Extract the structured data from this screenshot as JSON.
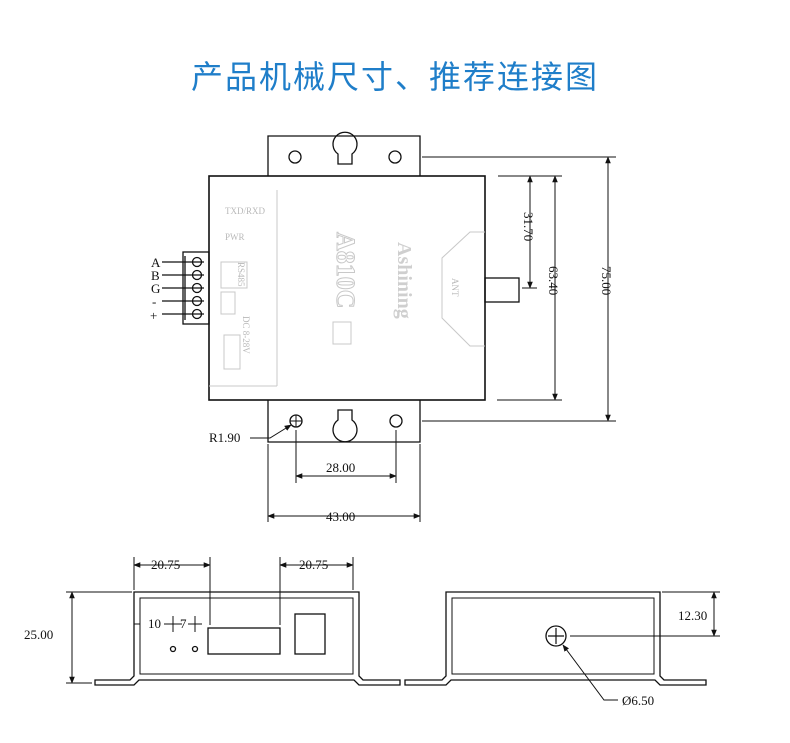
{
  "title": "产品机械尺寸、推荐连接图",
  "device": {
    "model": "A810C",
    "brand": "Ashining",
    "led_txd_rxd": "TXD/RXD",
    "led_pwr": "PWR",
    "rs485_label": "RS485",
    "dc_label": "DC 8-28V",
    "ant_label": "ANT",
    "terminal_labels": [
      "A",
      "B",
      "G",
      "-",
      "+"
    ],
    "small_terminal_text": [
      "A",
      "B",
      "G",
      "-",
      "+"
    ],
    "center_badge": "ANT"
  },
  "dimensions": {
    "d_31_70": "31.70",
    "d_63_40": "63.40",
    "d_75_00": "75.00",
    "d_r1_90": "R1.90",
    "d_28_00": "28.00",
    "d_43_00": "43.00",
    "d_20_75_left": "20.75",
    "d_20_75_right": "20.75",
    "d_25_00": "25.00",
    "d_10": "10",
    "d_7": "7",
    "d_12_30": "12.30",
    "d_6_50": "Ø6.50"
  }
}
